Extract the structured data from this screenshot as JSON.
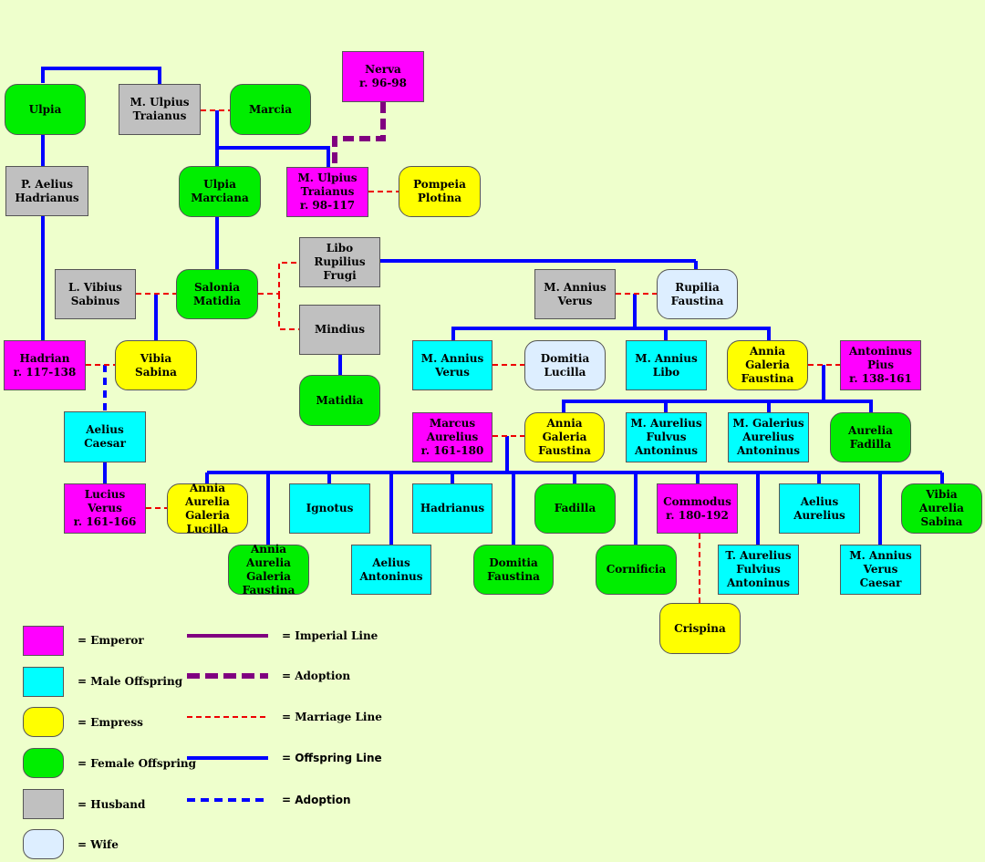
{
  "colors": {
    "background": "#eeffcc",
    "emperor": "#ff00ff",
    "male_offspring": "#00ffff",
    "empress": "#ffff00",
    "female_offspring": "#00ee00",
    "husband": "#c0c0c0",
    "wife": "#ddeeff",
    "imperial_line": "#800080",
    "marriage_line": "#ee0000",
    "offspring_line": "#0000ff"
  },
  "people": {
    "ulpia": "Ulpia",
    "m_ulpius_traianus": "M. Ulpius\nTraianus",
    "marcia": "Marcia",
    "nerva": "Nerva\nr. 96-98",
    "p_aelius_hadrianus": "P. Aelius\nHadrianus",
    "ulpia_marciana": "Ulpia\nMarciana",
    "trajan": "M. Ulpius\nTraianus\nr. 98-117",
    "pompeia_plotina": "Pompeia\nPlotina",
    "libo_rupilius_frugi": "Libo Rupilius\nFrugi",
    "l_vibius_sabinus": "L. Vibius\nSabinus",
    "salonia_matidia": "Salonia\nMatidia",
    "m_annius_verus_elder": "M. Annius\nVerus",
    "rupilia_faustina": "Rupilia\nFaustina",
    "mindius": "Mindius",
    "hadrian": "Hadrian\nr. 117-138",
    "vibia_sabina": "Vibia Sabina",
    "matidia": "Matidia",
    "m_annius_verus_younger": "M. Annius\nVerus",
    "domitia_lucilla": "Domitia\nLucilla",
    "m_annius_libo": "M. Annius\nLibo",
    "annia_galeria_faustina_elder": "Annia Galeria\nFaustina",
    "antoninus_pius": "Antoninus\nPius\nr. 138-161",
    "aelius_caesar": "Aelius Caesar",
    "marcus_aurelius": "Marcus\nAurelius\nr. 161-180",
    "annia_galeria_faustina_younger": "Annia Galeria\nFaustina",
    "m_aurelius_fulvus_antoninus": "M. Aurelius\nFulvus\nAntoninus",
    "m_galerius_aurelius_antoninus": "M. Galerius\nAurelius\nAntoninus",
    "aurelia_fadilla": "Aurelia\nFadilla",
    "lucius_verus": "Lucius Verus\nr. 161-166",
    "annia_aurelia_galeria_lucilla": "Annia Aurelia\nGaleria\nLucilla",
    "ignotus": "Ignotus",
    "hadrianus": "Hadrianus",
    "fadilla": "Fadilla",
    "commodus": "Commodus\nr. 180-192",
    "aelius_aurelius": "Aelius\nAurelius",
    "vibia_aurelia_sabina": "Vibia Aurelia\nSabina",
    "annia_aurelia_galeria_faustina": "Annia Aurelia\nGaleria\nFaustina",
    "aelius_antoninus": "Aelius\nAntoninus",
    "domitia_faustina": "Domitia\nFaustina",
    "cornificia": "Cornificia",
    "t_aurelius_fulvius_antoninus": "T. Aurelius\nFulvius\nAntoninus",
    "m_annius_verus_caesar": "M. Annius\nVerus Caesar",
    "crispina": "Crispina"
  },
  "legend": {
    "emperor": "= Emperor",
    "male_offspring": "= Male Offspring",
    "empress": "= Empress",
    "female_offspring": "= Female Offspring",
    "husband": "= Husband",
    "wife": "= Wife",
    "imperial_line": "= Imperial Line",
    "adoption_imperial": "= Adoption",
    "marriage_line": "= Marriage Line",
    "offspring_line": "= Offspring Line",
    "adoption_offspring": "= Adoption"
  }
}
